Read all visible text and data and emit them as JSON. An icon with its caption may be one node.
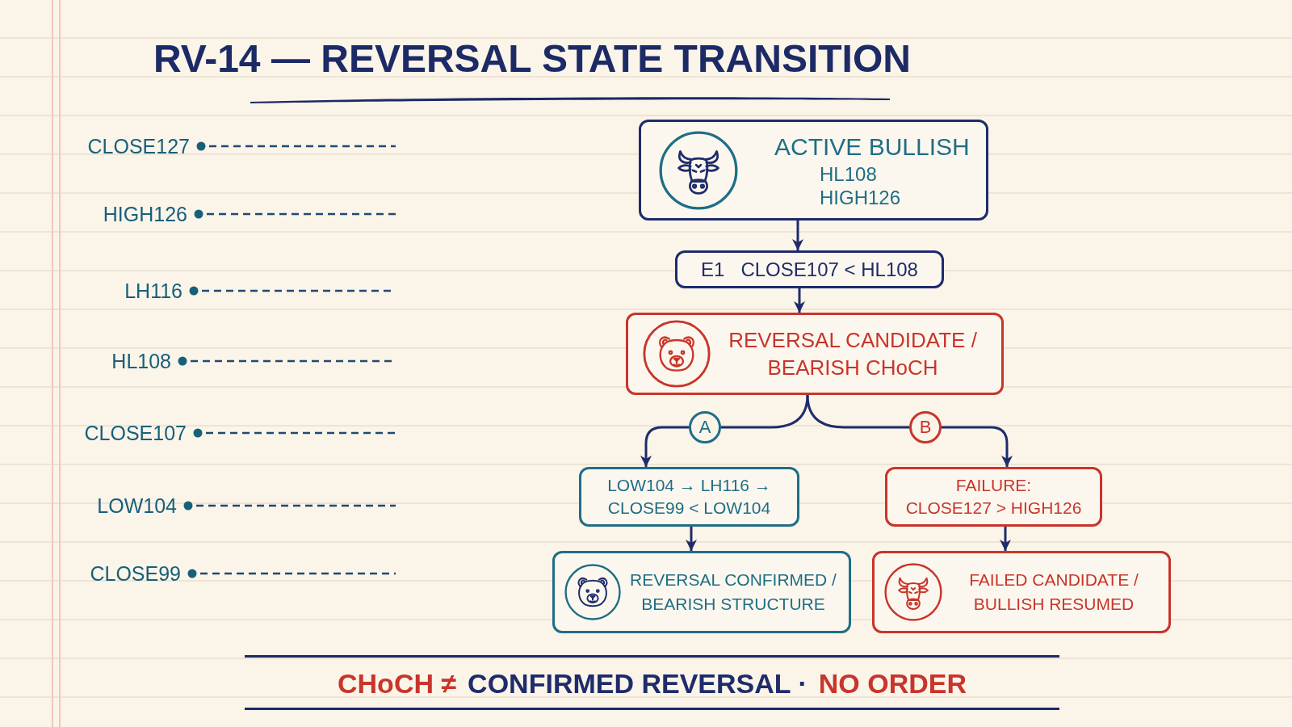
{
  "diagram": {
    "title": "RV-14 — REVERSAL STATE TRANSITION",
    "nodes": [
      {
        "text": [
          "ACTIVE BULLISH",
          "HL108",
          "HIGH126"
        ]
      },
      {
        "text": [
          "E1",
          "CLOSE107 < HL108"
        ]
      },
      {
        "text": [
          "REVERSAL CANDIDATE / BEARISH CHoCH"
        ]
      },
      {
        "text": [
          "LOW104 → LH116 → CLOSE99 < LOW104"
        ]
      },
      {
        "text": [
          "FAILURE:",
          "CLOSE127 > HIGH126"
        ]
      },
      {
        "text": [
          "REVERSAL CONFIRMED / BEARISH STRUCTURE"
        ]
      },
      {
        "text": [
          "FAILED CANDIDATE / BULLISH RESUMED"
        ]
      }
    ],
    "edges": [
      {
        "from": 0,
        "to": 1,
        "arrow": "to"
      },
      {
        "from": 1,
        "to": 2,
        "arrow": "to"
      },
      {
        "from": 2,
        "to": 3,
        "arrow": "to",
        "label": "A"
      },
      {
        "from": 2,
        "to": 4,
        "arrow": "to",
        "label": "B"
      },
      {
        "from": 3,
        "to": 5,
        "arrow": "to"
      },
      {
        "from": 4,
        "to": 6,
        "arrow": "to"
      }
    ],
    "labels": [
      "CLOSE127",
      "HIGH126",
      "LH116",
      "HL108",
      "CLOSE107",
      "LOW104",
      "CLOSE99",
      "CHoCH ≠",
      "CONFIRMED REVERSAL ·",
      "NO ORDER"
    ]
  }
}
